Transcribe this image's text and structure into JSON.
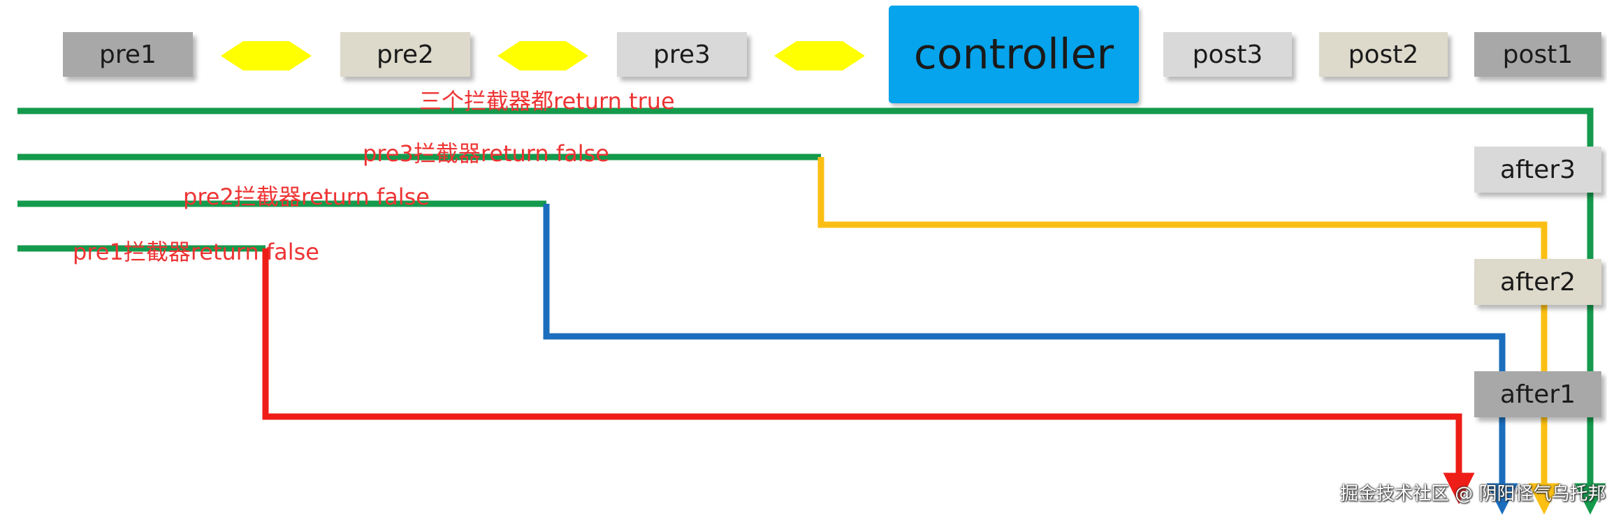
{
  "colors": {
    "box_gray": "#a8a8a8",
    "box_beige": "#ddd9cb",
    "box_lightgray": "#d9d9d9",
    "controller": "#05a4ec",
    "diamond": "#ffff00",
    "green": "#149a4c",
    "yellow": "#fbbf14",
    "blue": "#1b6ebd",
    "red": "#ee1d17",
    "label": "#ee3333"
  },
  "top_row": {
    "pre1": "pre1",
    "pre2": "pre2",
    "pre3": "pre3",
    "controller": "controller",
    "post3": "post3",
    "post2": "post2",
    "post1": "post1"
  },
  "after_boxes": {
    "after3": "after3",
    "after2": "after2",
    "after1": "after1"
  },
  "flow_labels": {
    "all_true": "三个拦截器都return true",
    "pre3_false": "pre3拦截器return false",
    "pre2_false": "pre2拦截器return false",
    "pre1_false": "pre1拦截器return false"
  },
  "watermark": "掘金技术社区 @ 阴阳怪气乌托邦"
}
